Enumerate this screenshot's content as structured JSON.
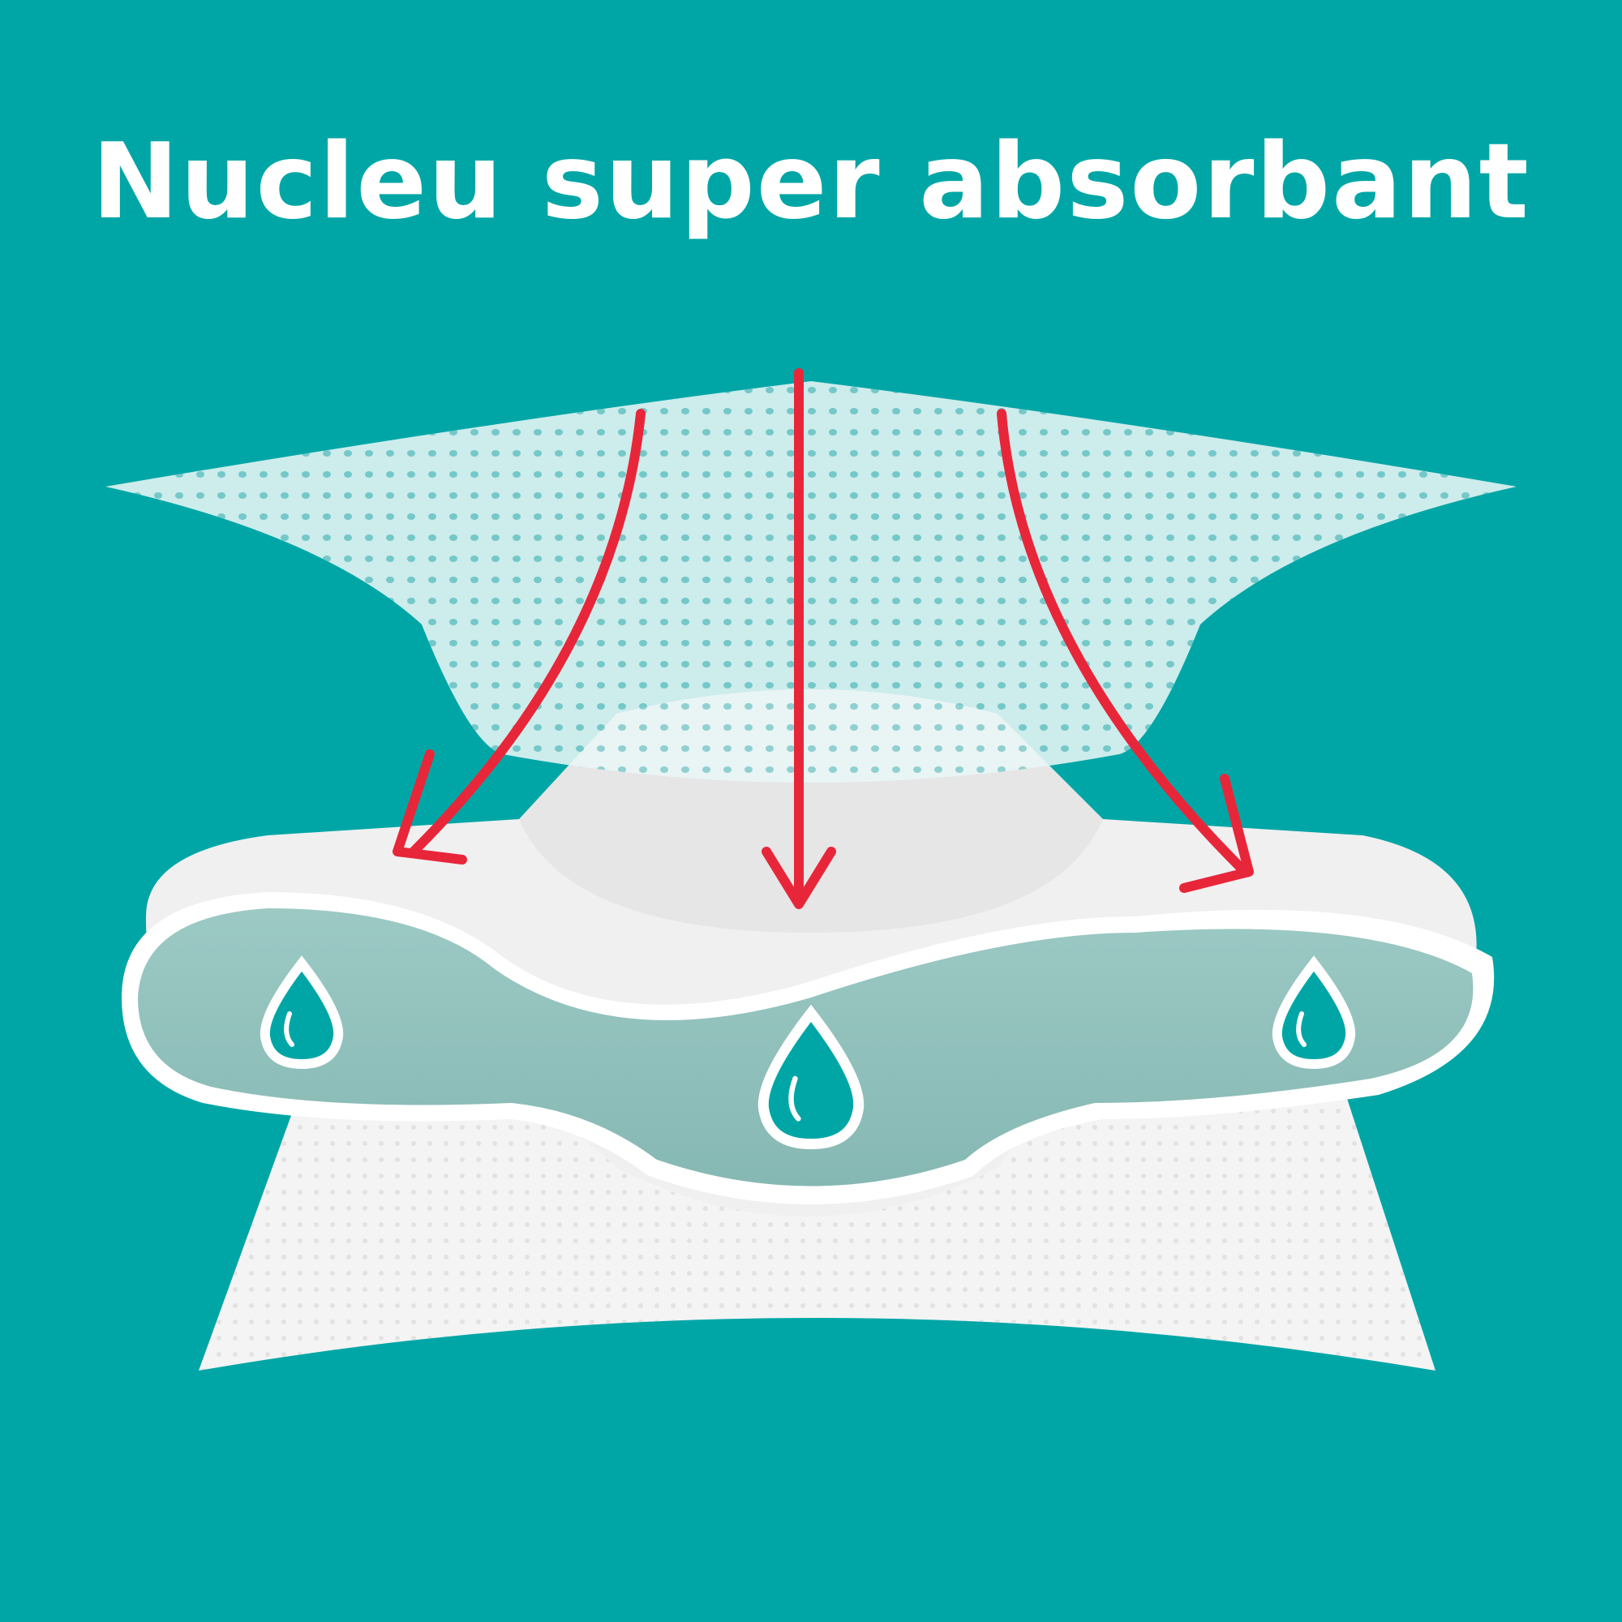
{
  "title": "Nucleu super absorbant",
  "colors": {
    "background": "#00a6a6",
    "arrow": "#e8263a",
    "core": "#8fbfbb",
    "layer": "#f2f2f2",
    "drop": "#00a6a6"
  },
  "illustration": {
    "layers": [
      "top-sheet",
      "absorbent-core",
      "back-sheet"
    ],
    "arrows": 3,
    "drops": 3
  }
}
